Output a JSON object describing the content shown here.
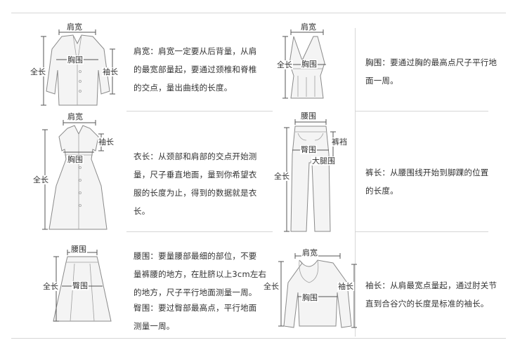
{
  "labels": {
    "shoulder": "肩宽",
    "chest": "胸围",
    "total_length": "全长",
    "sleeve": "袖长",
    "waist": "腰围",
    "hip": "臀围",
    "crotch": "裤裆",
    "thigh": "大腿围"
  },
  "descriptions": {
    "jacket": "肩宽：肩宽一定要从后背量，从肩\n的最宽部量起，要通过颈椎和脊椎\n的交点，量出曲线的长度。",
    "vest": "胸围：要通过胸的最高点尺子平行地\n面一周。",
    "dress": "衣长：从颈部和肩部的交点开始测\n量，尺子垂直地面，量到你希望衣\n服的长度为止，得到的数据就是衣\n长。",
    "pants": "裤长：从腰围线开始到脚踝的位置\n的长度。",
    "skirt_waist": "腰围：要量腰部最细的部位，不要\n量裤腰的地方，在肚脐以上3cm左右\n的地方，尺子平行地面测量一周。",
    "skirt_hip": "臀围：要过臀部最高点，平行地面\n测量一周。",
    "sweater": "袖长：从肩最宽点量起，通过肘关节\n直到合谷穴的长度是标准的袖长。"
  }
}
